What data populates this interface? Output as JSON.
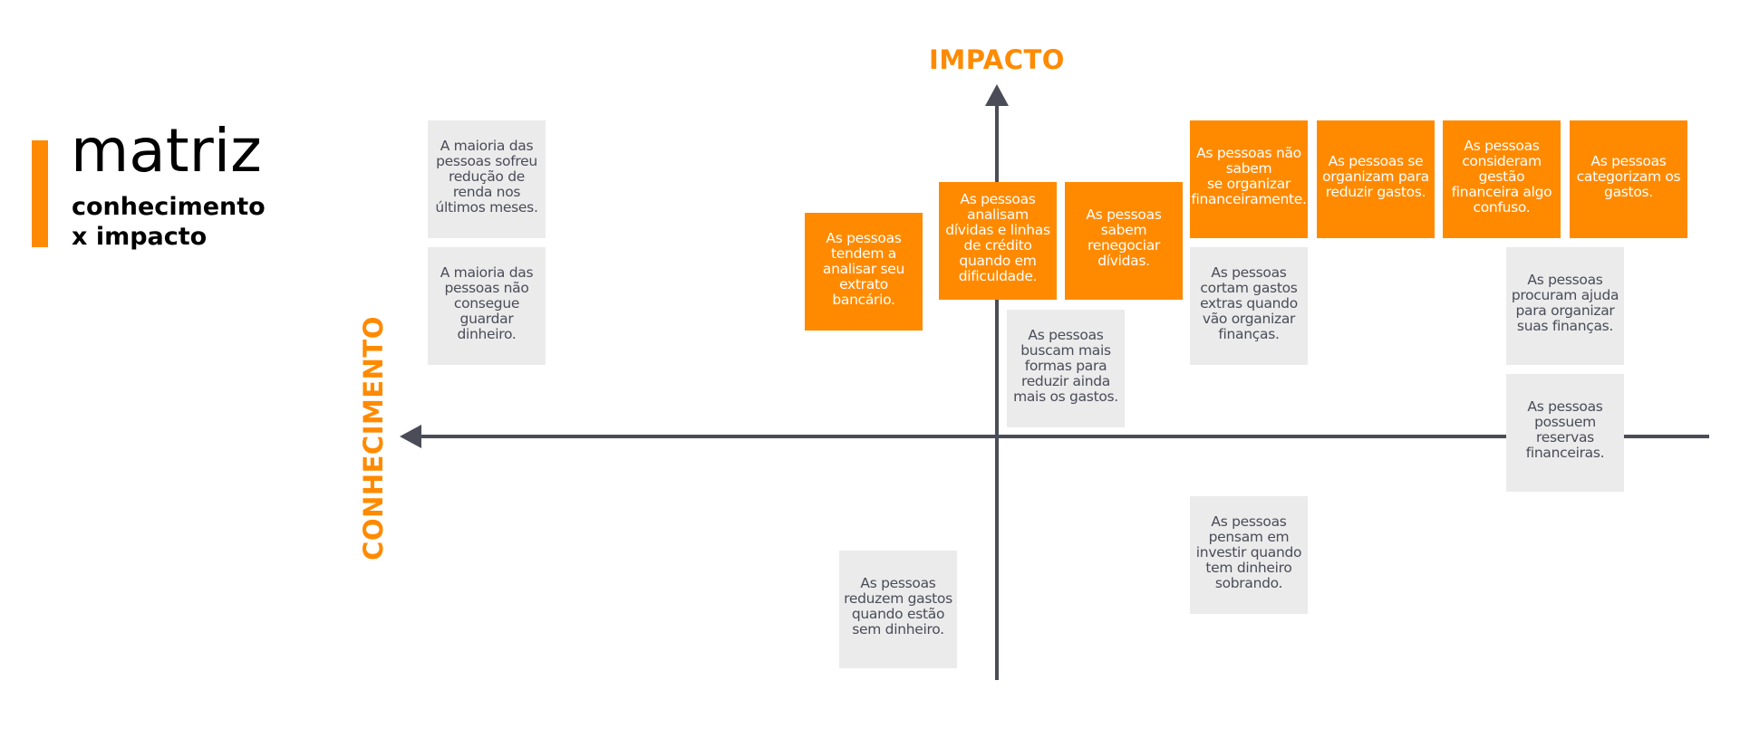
{
  "title": {
    "main": "matriz",
    "line1": "conhecimento",
    "line2": "x impacto",
    "accent_color": "#ff8a00"
  },
  "axes": {
    "vertical_label": "IMPACTO",
    "horizontal_label": "CONHECIMENTO",
    "axis_color": "#4a4c58",
    "label_color": "#ff8a00"
  },
  "colors": {
    "orange_note": "#ff8a00",
    "gray_note": "#ebebeb",
    "gray_text": "#4a4c58"
  },
  "notes": [
    {
      "id": "n1",
      "color": "gray",
      "text": "A maioria das\npessoas sofreu\nredução de\nrenda nos\núltimos meses."
    },
    {
      "id": "n2",
      "color": "gray",
      "text": "A maioria das\npessoas não\nconsegue\nguardar\ndinheiro."
    },
    {
      "id": "n3",
      "color": "orange",
      "text": "As pessoas\ntendem a\nanalisar seu\nextrato\nbancário."
    },
    {
      "id": "n4",
      "color": "orange",
      "text": "As pessoas\nanalisam\ndívidas e linhas\nde crédito\nquando em\ndificuldade."
    },
    {
      "id": "n5",
      "color": "orange",
      "text": "As pessoas\nsabem\nrenegociar\ndívidas."
    },
    {
      "id": "n6",
      "color": "gray",
      "text": "As pessoas\nbuscam mais\nformas para\nreduzir ainda\nmais os gastos."
    },
    {
      "id": "n7",
      "color": "orange",
      "text": "As pessoas não\nsabem\nse organizar\nfinanceiramente."
    },
    {
      "id": "n8",
      "color": "orange",
      "text": "As pessoas se\norganizam para\nreduzir gastos."
    },
    {
      "id": "n9",
      "color": "orange",
      "text": "As pessoas\nconsideram\ngestão\nfinanceira algo\nconfuso."
    },
    {
      "id": "n10",
      "color": "orange",
      "text": "As pessoas\ncategorizam os\ngastos."
    },
    {
      "id": "n11",
      "color": "gray",
      "text": "As pessoas\ncortam gastos\nextras quando\nvão organizar\nfinanças."
    },
    {
      "id": "n12",
      "color": "gray",
      "text": "As pessoas\nprocuram ajuda\npara organizar\nsuas finanças."
    },
    {
      "id": "n13",
      "color": "gray",
      "text": "As pessoas\npossuem\nreservas\nfinanceiras."
    },
    {
      "id": "n14",
      "color": "gray",
      "text": "As pessoas\npensam em\ninvestir quando\ntem dinheiro\nsobrando."
    },
    {
      "id": "n15",
      "color": "gray",
      "text": "As pessoas\nreduzem gastos\nquando estão\nsem dinheiro."
    }
  ]
}
